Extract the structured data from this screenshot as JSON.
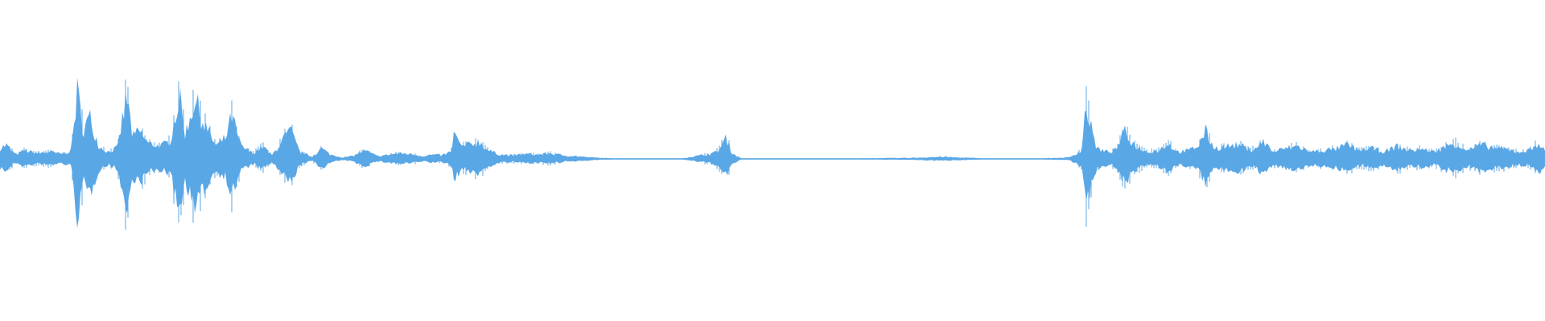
{
  "waveform": {
    "color": "#5aa7e6",
    "baseline_color": "#5aa7e6",
    "amplitude_scale": 1.0,
    "envelope": [
      [
        0.0,
        0.15
      ],
      [
        0.004,
        0.2
      ],
      [
        0.01,
        0.06
      ],
      [
        0.016,
        0.12
      ],
      [
        0.024,
        0.08
      ],
      [
        0.032,
        0.1
      ],
      [
        0.04,
        0.07
      ],
      [
        0.046,
        0.12
      ],
      [
        0.05,
        0.95
      ],
      [
        0.054,
        0.4
      ],
      [
        0.058,
        0.6
      ],
      [
        0.064,
        0.18
      ],
      [
        0.07,
        0.1
      ],
      [
        0.076,
        0.16
      ],
      [
        0.082,
        0.9
      ],
      [
        0.086,
        0.3
      ],
      [
        0.09,
        0.4
      ],
      [
        0.096,
        0.22
      ],
      [
        0.104,
        0.18
      ],
      [
        0.11,
        0.25
      ],
      [
        0.116,
        0.88
      ],
      [
        0.12,
        0.35
      ],
      [
        0.126,
        0.85
      ],
      [
        0.132,
        0.5
      ],
      [
        0.14,
        0.18
      ],
      [
        0.146,
        0.3
      ],
      [
        0.15,
        0.6
      ],
      [
        0.156,
        0.18
      ],
      [
        0.164,
        0.08
      ],
      [
        0.17,
        0.18
      ],
      [
        0.176,
        0.05
      ],
      [
        0.184,
        0.3
      ],
      [
        0.188,
        0.4
      ],
      [
        0.194,
        0.1
      ],
      [
        0.202,
        0.03
      ],
      [
        0.208,
        0.15
      ],
      [
        0.214,
        0.06
      ],
      [
        0.222,
        0.02
      ],
      [
        0.228,
        0.04
      ],
      [
        0.236,
        0.12
      ],
      [
        0.244,
        0.04
      ],
      [
        0.252,
        0.06
      ],
      [
        0.258,
        0.08
      ],
      [
        0.266,
        0.07
      ],
      [
        0.274,
        0.04
      ],
      [
        0.28,
        0.06
      ],
      [
        0.286,
        0.05
      ],
      [
        0.292,
        0.1
      ],
      [
        0.294,
        0.38
      ],
      [
        0.298,
        0.18
      ],
      [
        0.304,
        0.2
      ],
      [
        0.31,
        0.25
      ],
      [
        0.316,
        0.12
      ],
      [
        0.324,
        0.06
      ],
      [
        0.332,
        0.05
      ],
      [
        0.34,
        0.07
      ],
      [
        0.348,
        0.06
      ],
      [
        0.356,
        0.08
      ],
      [
        0.364,
        0.05
      ],
      [
        0.372,
        0.04
      ],
      [
        0.38,
        0.025
      ],
      [
        0.388,
        0.015
      ],
      [
        0.396,
        0.008
      ],
      [
        0.41,
        0.005
      ],
      [
        0.44,
        0.004
      ],
      [
        0.462,
        0.08
      ],
      [
        0.466,
        0.15
      ],
      [
        0.47,
        0.3
      ],
      [
        0.474,
        0.08
      ],
      [
        0.48,
        0.005
      ],
      [
        0.52,
        0.006
      ],
      [
        0.55,
        0.005
      ],
      [
        0.575,
        0.012
      ],
      [
        0.59,
        0.015
      ],
      [
        0.61,
        0.03
      ],
      [
        0.62,
        0.02
      ],
      [
        0.64,
        0.006
      ],
      [
        0.67,
        0.005
      ],
      [
        0.692,
        0.02
      ],
      [
        0.7,
        0.12
      ],
      [
        0.703,
        0.78
      ],
      [
        0.706,
        0.45
      ],
      [
        0.71,
        0.15
      ],
      [
        0.716,
        0.1
      ],
      [
        0.722,
        0.12
      ],
      [
        0.728,
        0.38
      ],
      [
        0.734,
        0.2
      ],
      [
        0.742,
        0.1
      ],
      [
        0.75,
        0.12
      ],
      [
        0.756,
        0.22
      ],
      [
        0.762,
        0.1
      ],
      [
        0.77,
        0.12
      ],
      [
        0.776,
        0.2
      ],
      [
        0.78,
        0.4
      ],
      [
        0.786,
        0.15
      ],
      [
        0.794,
        0.18
      ],
      [
        0.802,
        0.2
      ],
      [
        0.81,
        0.12
      ],
      [
        0.818,
        0.25
      ],
      [
        0.824,
        0.1
      ],
      [
        0.832,
        0.15
      ],
      [
        0.84,
        0.18
      ],
      [
        0.848,
        0.1
      ],
      [
        0.856,
        0.12
      ],
      [
        0.864,
        0.14
      ],
      [
        0.872,
        0.2
      ],
      [
        0.88,
        0.12
      ],
      [
        0.888,
        0.15
      ],
      [
        0.896,
        0.1
      ],
      [
        0.904,
        0.18
      ],
      [
        0.912,
        0.12
      ],
      [
        0.92,
        0.14
      ],
      [
        0.928,
        0.1
      ],
      [
        0.936,
        0.18
      ],
      [
        0.942,
        0.22
      ],
      [
        0.95,
        0.12
      ],
      [
        0.958,
        0.2
      ],
      [
        0.966,
        0.16
      ],
      [
        0.974,
        0.14
      ],
      [
        0.982,
        0.1
      ],
      [
        0.99,
        0.12
      ],
      [
        0.996,
        0.24
      ],
      [
        1.0,
        0.1
      ]
    ]
  }
}
